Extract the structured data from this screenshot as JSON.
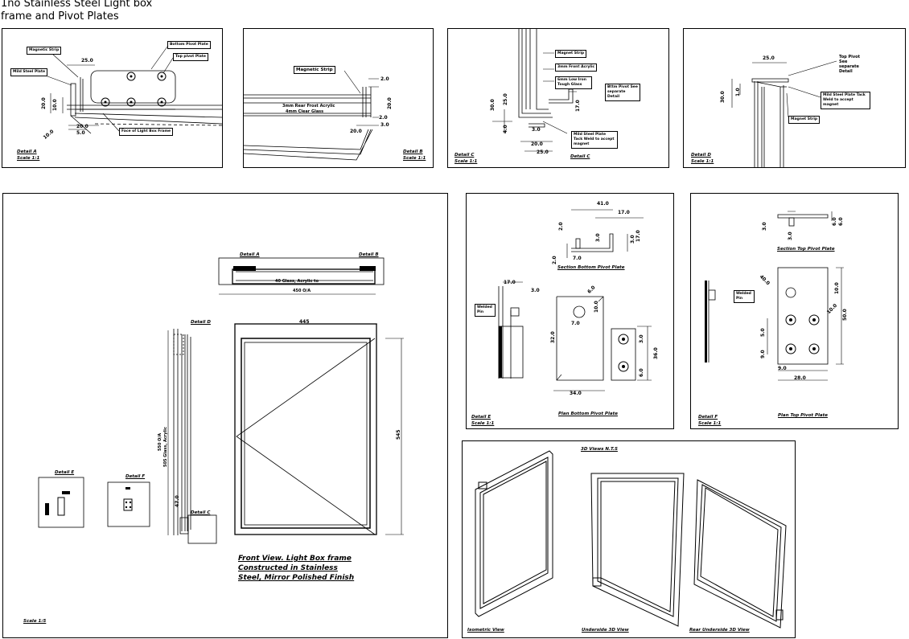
{
  "title": {
    "line1": "1no Stainless Steel Light box",
    "line2": "frame and Pivot Plates"
  },
  "detailA": {
    "labels": {
      "magnetic_strip": "Magnetic Strip",
      "mild_steel_plate": "Mild Steel Plate",
      "bottom_pivot": "Bottom Pivot Plate",
      "top_pivot": "Top pivot Plate",
      "face": "Face of Light Box Frame"
    },
    "dims": {
      "d1": "25.0",
      "d2": "20.0",
      "d3": "10.0",
      "d4": "20.0",
      "d5": "5.0",
      "d6": "10.0"
    },
    "caption": "Detail A",
    "scale": "Scale 1:1"
  },
  "detailB": {
    "labels": {
      "magnetic_strip": "Magnetic Strip",
      "acrylic": "3mm Rear Frost Acrylic",
      "glass": "4mm Clear Glass"
    },
    "dims": {
      "d1": "2.0",
      "d2": "20.0",
      "d3": "3.0",
      "d4": "20.0",
      "d5": "2.0"
    },
    "caption": "Detail B",
    "scale": "Scale 1:1"
  },
  "detailC": {
    "labels": {
      "magnet": "Magnet Strip",
      "front_acrylic": "3mm Front Acrylic",
      "glass": "6mm Low Iron Tough Glass",
      "bottom_pivot": "Bttm Pivot See separate Detail",
      "mild_steel": "Mild Steel Plate Tack Weld to accept magnet"
    },
    "dims": {
      "d1": "30.0",
      "d2": "25.0",
      "d3": "4.0",
      "d4": "3.0",
      "d5": "17.0",
      "d6": "20.0",
      "d7": "25.0"
    },
    "caption": "Detail C",
    "scale": "Scale 1:1",
    "sub": "Detail C"
  },
  "detailD": {
    "labels": {
      "top_pivot": "Top Pivot See separate Detail",
      "mild_steel": "Mild Steel Plate Tack Weld to accept magnet",
      "magnet": "Magnet Strip"
    },
    "dims": {
      "d1": "25.0",
      "d2": "30.0",
      "d3": "1.0"
    },
    "caption": "Detail D",
    "scale": "Scale 1:1"
  },
  "front": {
    "detail_a": "Detail A",
    "detail_b": "Detail B",
    "detail_c": "Detail C",
    "detail_d": "Detail D",
    "detail_e": "Detail E",
    "detail_f": "Detail F",
    "top_label": "450 O/A",
    "top_sub": "40 Glass, Acrylic to",
    "width_top": "445",
    "height_right": "545",
    "side_label": "550 O/A",
    "side_sub": "505 Glass, Acrylic",
    "side_dim": "47.0",
    "caption1": "Front View. Light Box frame",
    "caption2": "Constructed in Stainless",
    "caption3": "Steel, Mirror Polished Finish",
    "scale": "Scale 1:5"
  },
  "detailE": {
    "section_caption": "Section Bottom Pivot Plate",
    "plan_caption": "Plan Bottom Pivot Plate",
    "welded_pin": "Welded Pin",
    "dims": {
      "d1": "41.0",
      "d2": "17.0",
      "d3": "2.0",
      "d4": "3.0",
      "d5": "3.0",
      "d6": "17.0",
      "d7": "7.0",
      "d8": "17.0",
      "d9": "2.0",
      "d10": "3.0",
      "d11": "6.0",
      "d12": "7.0",
      "d13": "10.0",
      "d14": "32.0",
      "d15": "3.0",
      "d16": "36.0",
      "d17": "6.0",
      "d18": "34.0"
    },
    "caption": "Detail E",
    "scale": "Scale 1:1"
  },
  "detailF": {
    "section_caption": "Section Top Pivot Plate",
    "plan_caption": "Plan Top Pivot Plate",
    "welded_pin": "Welded Pin",
    "dims": {
      "d1": "3.0",
      "d2": "3.0",
      "d3": "6.0",
      "d4": "6.0",
      "d5": "40.0",
      "d6": "10.0",
      "d7": "10.0",
      "d8": "50.0",
      "d9": "5.0",
      "d10": "9.0",
      "d11": "9.0",
      "d12": "28.0"
    },
    "caption": "Detail F",
    "scale": "Scale 1:1"
  },
  "views3d": {
    "title": "3D Views N.T.S",
    "isometric": "Isometric View",
    "underside": "Underside 3D View",
    "rear": "Rear Underside 3D View"
  }
}
